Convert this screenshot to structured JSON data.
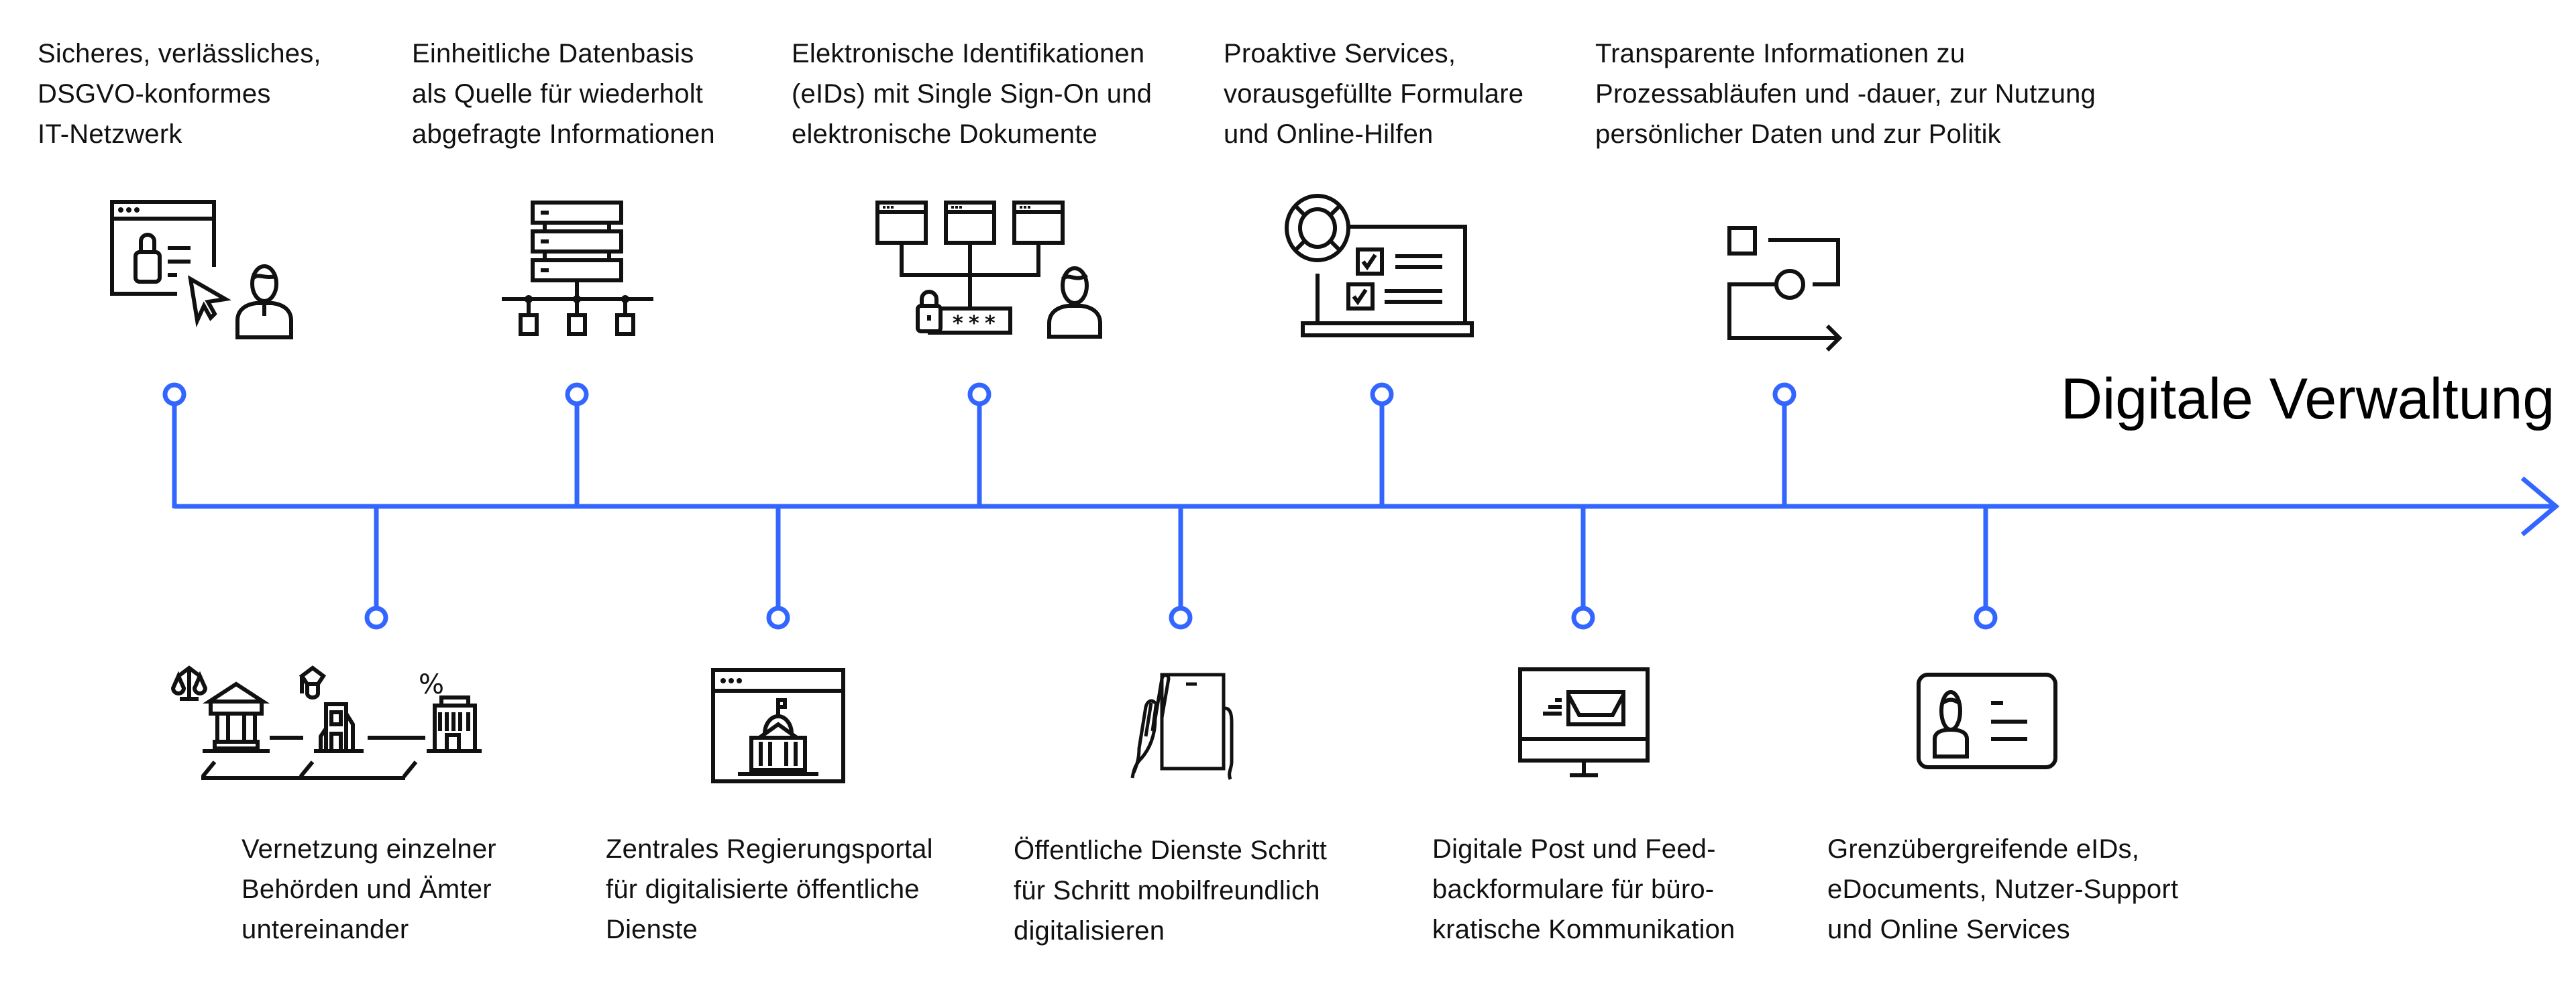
{
  "title": "Digitale Verwaltung",
  "colors": {
    "accent": "#3366FF",
    "ink": "#111111",
    "background": "#FFFFFF"
  },
  "milestones_top": [
    {
      "icon": "secure-login-user-icon",
      "lines": [
        "Sicheres, verlässliches,",
        "DSGVO-konformes",
        "IT-Netzwerk"
      ]
    },
    {
      "icon": "server-network-icon",
      "lines": [
        "Einheitliche Datenbasis",
        "als Quelle für wiederholt",
        "abgefragte Informationen"
      ]
    },
    {
      "icon": "single-sign-on-icon",
      "lines": [
        "Elektronische Identifikationen",
        "(eIDs) mit Single Sign-On und",
        "elektronische Dokumente"
      ]
    },
    {
      "icon": "lifebuoy-form-icon",
      "lines": [
        "Proaktive Services,",
        "vorausgefüllte Formulare",
        "und Online-Hilfen"
      ]
    },
    {
      "icon": "process-flow-icon",
      "lines": [
        "Transparente Informationen zu",
        "Prozessabläufen und -dauer, zur Nutzung",
        "persönlicher Daten und zur Politik"
      ]
    }
  ],
  "milestones_bottom": [
    {
      "icon": "connected-buildings-icon",
      "lines": [
        "Vernetzung einzelner",
        "Behörden und Ämter",
        "untereinander"
      ]
    },
    {
      "icon": "government-portal-icon",
      "lines": [
        "Zentrales Regierungsportal",
        "für digitalisierte öffentliche",
        "Dienste"
      ]
    },
    {
      "icon": "mobile-hand-icon",
      "lines": [
        "Öffentliche Dienste Schritt",
        "für Schritt mobilfreundlich",
        "digitalisieren"
      ]
    },
    {
      "icon": "monitor-mail-icon",
      "lines": [
        "Digitale Post und Feed-",
        "backformulare für büro-",
        "kratische Kommunikation"
      ]
    },
    {
      "icon": "id-card-icon",
      "lines": [
        "Grenzübergreifende eIDs,",
        "eDocuments, Nutzer-Support",
        "und Online Services"
      ]
    }
  ]
}
